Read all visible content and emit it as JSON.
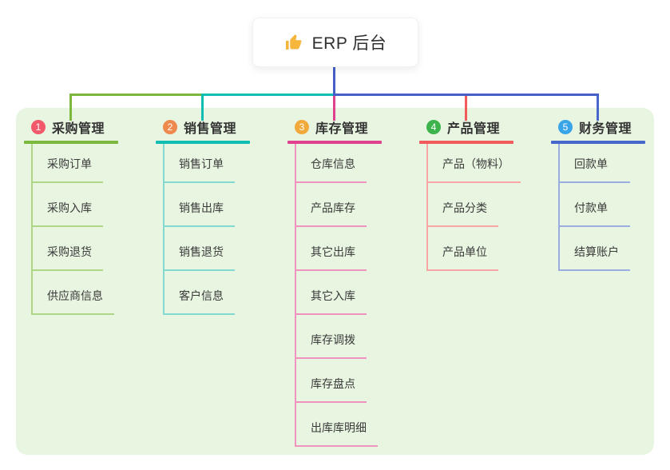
{
  "root": {
    "title": "ERP 后台",
    "icon": "thumbs-up-icon",
    "icon_color": "#f6b63c",
    "connector_color": "#4460c6"
  },
  "panel": {
    "background": "#e8f5e1"
  },
  "branches": [
    {
      "num": "1",
      "label": "采购管理",
      "badge_color": "#f2596a",
      "line_color": "#7cb83d",
      "light_color": "#aed687",
      "items": [
        "采购订单",
        "采购入库",
        "采购退货",
        "供应商信息"
      ]
    },
    {
      "num": "2",
      "label": "销售管理",
      "badge_color": "#ef8a4e",
      "line_color": "#10bdb2",
      "light_color": "#82d9d0",
      "items": [
        "销售订单",
        "销售出库",
        "销售退货",
        "客户信息"
      ]
    },
    {
      "num": "3",
      "label": "库存管理",
      "badge_color": "#f2a93b",
      "line_color": "#e0418f",
      "light_color": "#f093c0",
      "items": [
        "仓库信息",
        "产品库存",
        "其它出库",
        "其它入库",
        "库存调拨",
        "库存盘点",
        "出库库明细"
      ]
    },
    {
      "num": "4",
      "label": "产品管理",
      "badge_color": "#3db34c",
      "line_color": "#f15b5b",
      "light_color": "#f7a5a5",
      "items": [
        "产品（物料）",
        "产品分类",
        "产品单位"
      ]
    },
    {
      "num": "5",
      "label": "财务管理",
      "badge_color": "#3aa4e8",
      "line_color": "#4767cd",
      "light_color": "#9badе0",
      "items": [
        "回款单",
        "付款单",
        "结算账户"
      ]
    }
  ]
}
